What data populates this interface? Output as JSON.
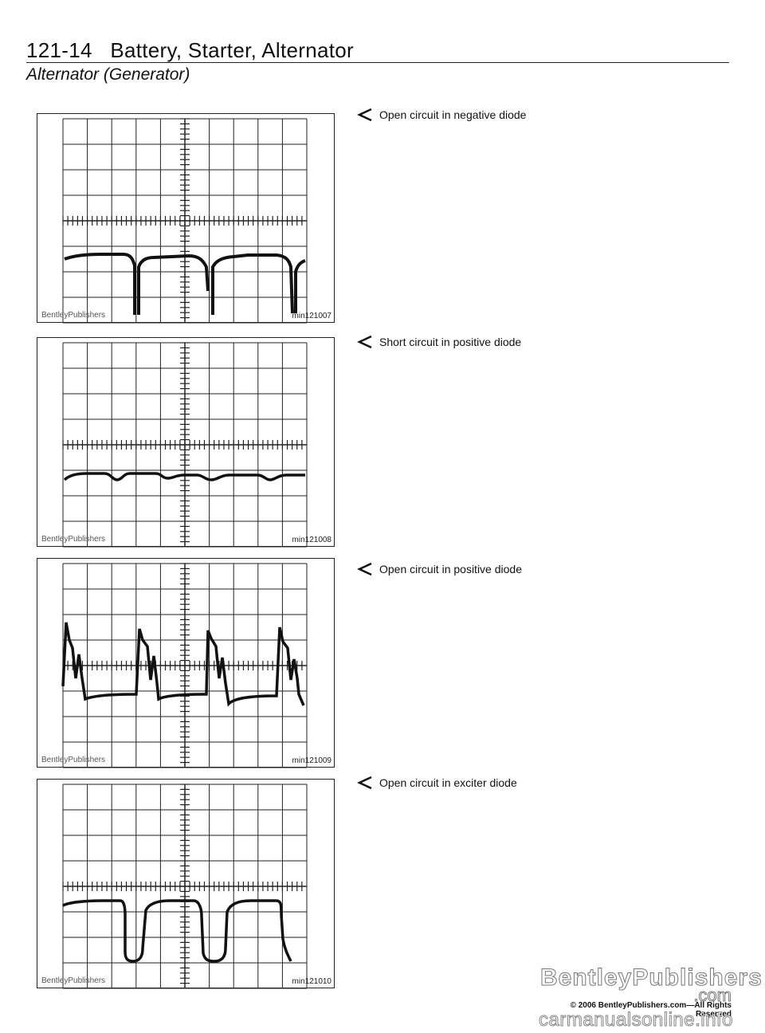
{
  "header": {
    "page_number": "121-14",
    "chapter_title": "Battery, Starter, Alternator",
    "section_title": "Alternator (Generator)"
  },
  "figures": [
    {
      "id": "min121007",
      "caption": "Open circuit in negative diode",
      "watermark": "BentleyPublishers"
    },
    {
      "id": "min121008",
      "caption": "Short circuit in positive diode",
      "watermark": "BentleyPublishers"
    },
    {
      "id": "min121009",
      "caption": "Open circuit in positive diode",
      "watermark": "BentleyPublishers"
    },
    {
      "id": "min121010",
      "caption": "Open circuit in exciter diode",
      "watermark": "BentleyPublishers"
    }
  ],
  "footer": {
    "logo_main": "BentleyPublishers",
    "logo_sub": ".com",
    "copyright": "© 2006 BentleyPublishers.com—All Rights Reserved",
    "site": "carmanualsonline.info"
  }
}
